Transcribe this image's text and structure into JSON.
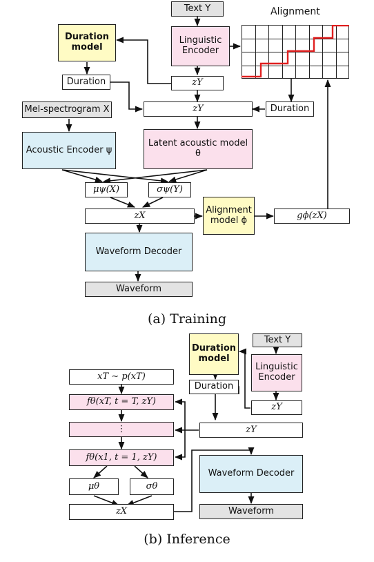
{
  "training": {
    "text_y": "Text Y",
    "alignment_title": "Alignment",
    "duration_model": "Duration model",
    "linguistic_encoder": "Linguistic Encoder",
    "duration_left": "Duration",
    "zy_top": "zY",
    "mel_spectrogram": "Mel-spectrogram X",
    "zy_wide": "zY",
    "duration_right": "Duration",
    "acoustic_encoder": "Acoustic Encoder ψ",
    "latent_model": "Latent acoustic model θ",
    "mu_psi": "μψ(X)",
    "sigma_psi": "σψ(Y)",
    "zx": "zX",
    "alignment_model": "Alignment model ϕ",
    "g_phi": "gϕ(zX)",
    "waveform_decoder": "Waveform Decoder",
    "waveform": "Waveform",
    "caption": "(a) Training"
  },
  "inference": {
    "duration_model": "Duration model",
    "text_y": "Text Y",
    "linguistic_encoder": "Linguistic Encoder",
    "duration": "Duration",
    "zy_small": "zY",
    "xt_prior": "xT ∼ p(xT)",
    "f_theta_T": "fθ(xT, t = T, zY)",
    "dots": "⋮",
    "zy_wide": "zY",
    "f_theta_1": "fθ(x1, t = 1, zY)",
    "mu_theta": "μθ",
    "sigma_theta": "σθ",
    "waveform_decoder": "Waveform Decoder",
    "zx": "zX",
    "waveform": "Waveform",
    "caption": "(b) Inference"
  },
  "alignment_grid": {
    "rows": 4,
    "cols": 8
  },
  "colors": {
    "duration_model": "#fffbc4",
    "linguistic_encoder": "#fbe0ec",
    "acoustic_encoder": "#dbeff7",
    "gray_io": "#e3e3e3",
    "alignment_path": "#e02020"
  }
}
